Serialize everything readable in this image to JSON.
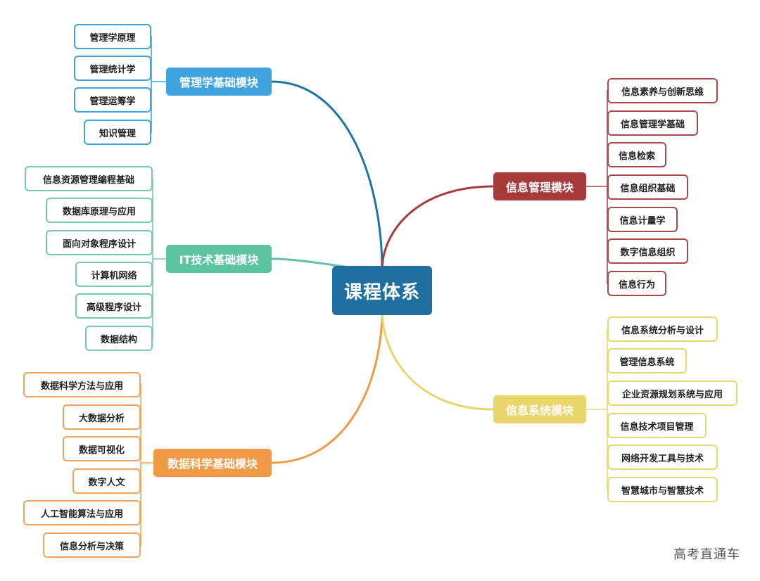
{
  "root": {
    "label": "课程体系",
    "color": "#1f6fa0"
  },
  "modules": {
    "management": {
      "label": "管理学基础模块",
      "color": "#3ea3de",
      "line_color": "#1b73a8",
      "leaf_border": "#3ea3de",
      "leaves": [
        "管理学原理",
        "管理统计学",
        "管理运筹学",
        "知识管理"
      ]
    },
    "it": {
      "label": "IT技术基础模块",
      "color": "#5cc4a0",
      "line_color": "#5cc4a0",
      "leaf_border": "#76c9ae",
      "leaves": [
        "信息资源管理编程基础",
        "数据库原理与应用",
        "面向对象程序设计",
        "计算机网络",
        "高级程序设计",
        "数据结构"
      ]
    },
    "datasci": {
      "label": "数据科学基础模块",
      "color": "#ef9a45",
      "line_color": "#ef9a45",
      "leaf_border": "#efa35b",
      "leaves": [
        "数据科学方法与应用",
        "大数据分析",
        "数据可视化",
        "数字人文",
        "人工智能算法与应用",
        "信息分析与决策"
      ]
    },
    "infomgmt": {
      "label": "信息管理模块",
      "color": "#a73a3a",
      "line_color": "#a73a3a",
      "leaf_border": "#a64a4a",
      "leaves": [
        "信息素养与创新思维",
        "信息管理学基础",
        "信息检索",
        "信息组织基础",
        "信息计量学",
        "数字信息组织",
        "信息行为"
      ]
    },
    "infosys": {
      "label": "信息系统模块",
      "color": "#e8d66a",
      "line_color": "#e6d66a",
      "leaf_border": "#e5d873",
      "leaves": [
        "信息系统分析与设计",
        "管理信息系统",
        "企业资源规划系统与应用",
        "信息技术项目管理",
        "网络开发工具与技术",
        "智慧城市与智慧技术"
      ]
    }
  },
  "watermark": "高考直通车"
}
